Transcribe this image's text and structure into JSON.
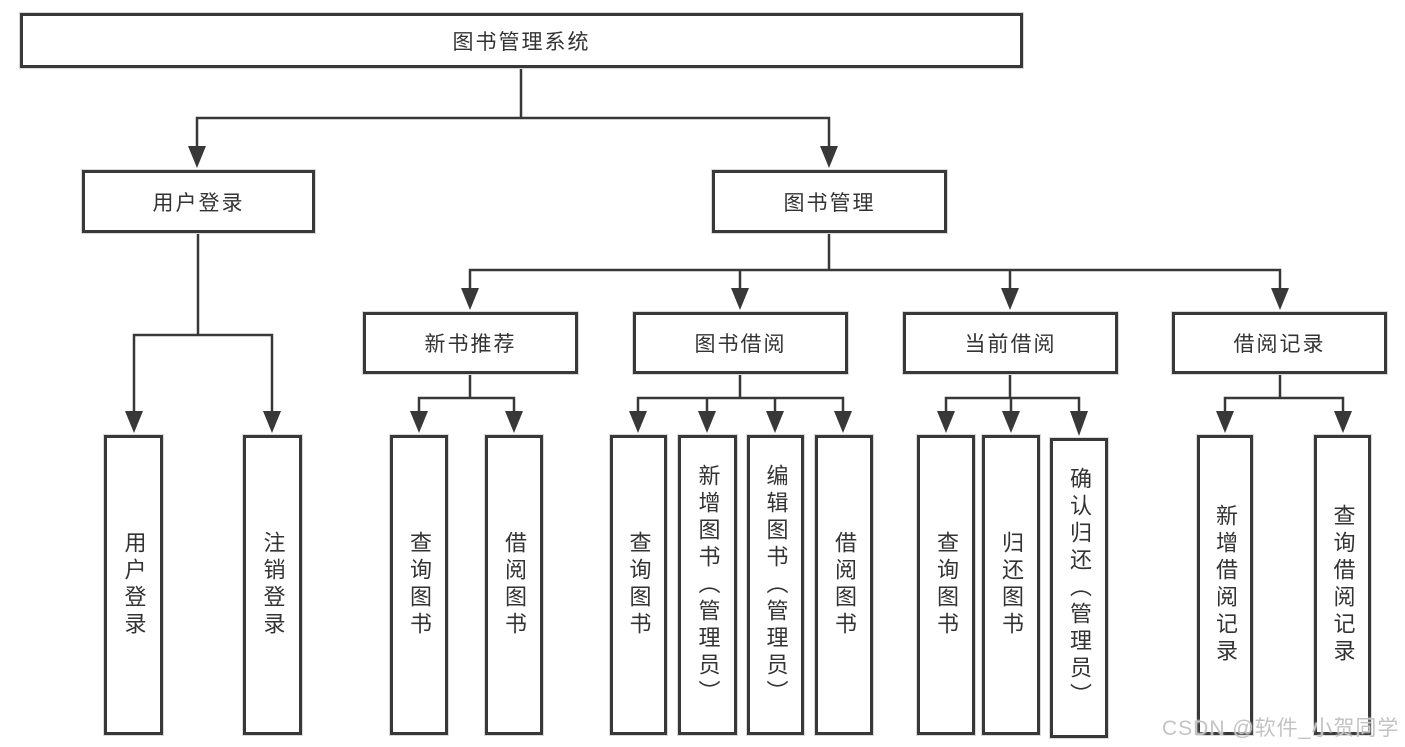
{
  "diagram": {
    "title": "图书管理系统",
    "nodes": {
      "root": "图书管理系统",
      "user_login": "用户登录",
      "book_mgmt": "图书管理",
      "new_book_rec": "新书推荐",
      "book_borrow": "图书借阅",
      "current_borrow": "当前借阅",
      "borrow_record": "借阅记录",
      "leaf_user_login": "用户登录",
      "leaf_logout": "注销登录",
      "leaf_query_book_1": "查询图书",
      "leaf_borrow_book_1": "借阅图书",
      "leaf_query_book_2": "查询图书",
      "leaf_add_book": "新增图书（管理员）",
      "leaf_edit_book": "编辑图书（管理员）",
      "leaf_borrow_book_2": "借阅图书",
      "leaf_query_book_3": "查询图书",
      "leaf_return_book": "归还图书",
      "leaf_confirm_return": "确认归还（管理员）",
      "leaf_add_record": "新增借阅记录",
      "leaf_query_record": "查询借阅记录"
    },
    "edges": [
      {
        "parent": "图书管理系统",
        "children": [
          "用户登录",
          "图书管理"
        ]
      },
      {
        "parent": "用户登录",
        "children": [
          "用户登录",
          "注销登录"
        ]
      },
      {
        "parent": "图书管理",
        "children": [
          "新书推荐",
          "图书借阅",
          "当前借阅",
          "借阅记录"
        ]
      },
      {
        "parent": "新书推荐",
        "children": [
          "查询图书",
          "借阅图书"
        ]
      },
      {
        "parent": "图书借阅",
        "children": [
          "查询图书",
          "新增图书（管理员）",
          "编辑图书（管理员）",
          "借阅图书"
        ]
      },
      {
        "parent": "当前借阅",
        "children": [
          "查询图书",
          "归还图书",
          "确认归还（管理员）"
        ]
      },
      {
        "parent": "借阅记录",
        "children": [
          "新增借阅记录",
          "查询借阅记录"
        ]
      }
    ]
  },
  "watermark": {
    "text": "CSDN @软件_小贺同学"
  },
  "colors": {
    "line": "#383838",
    "border": "#383838",
    "text": "#333333",
    "box_background": "#ffffff",
    "page_background": "#ffffff",
    "watermark": "#c3c3c3"
  }
}
